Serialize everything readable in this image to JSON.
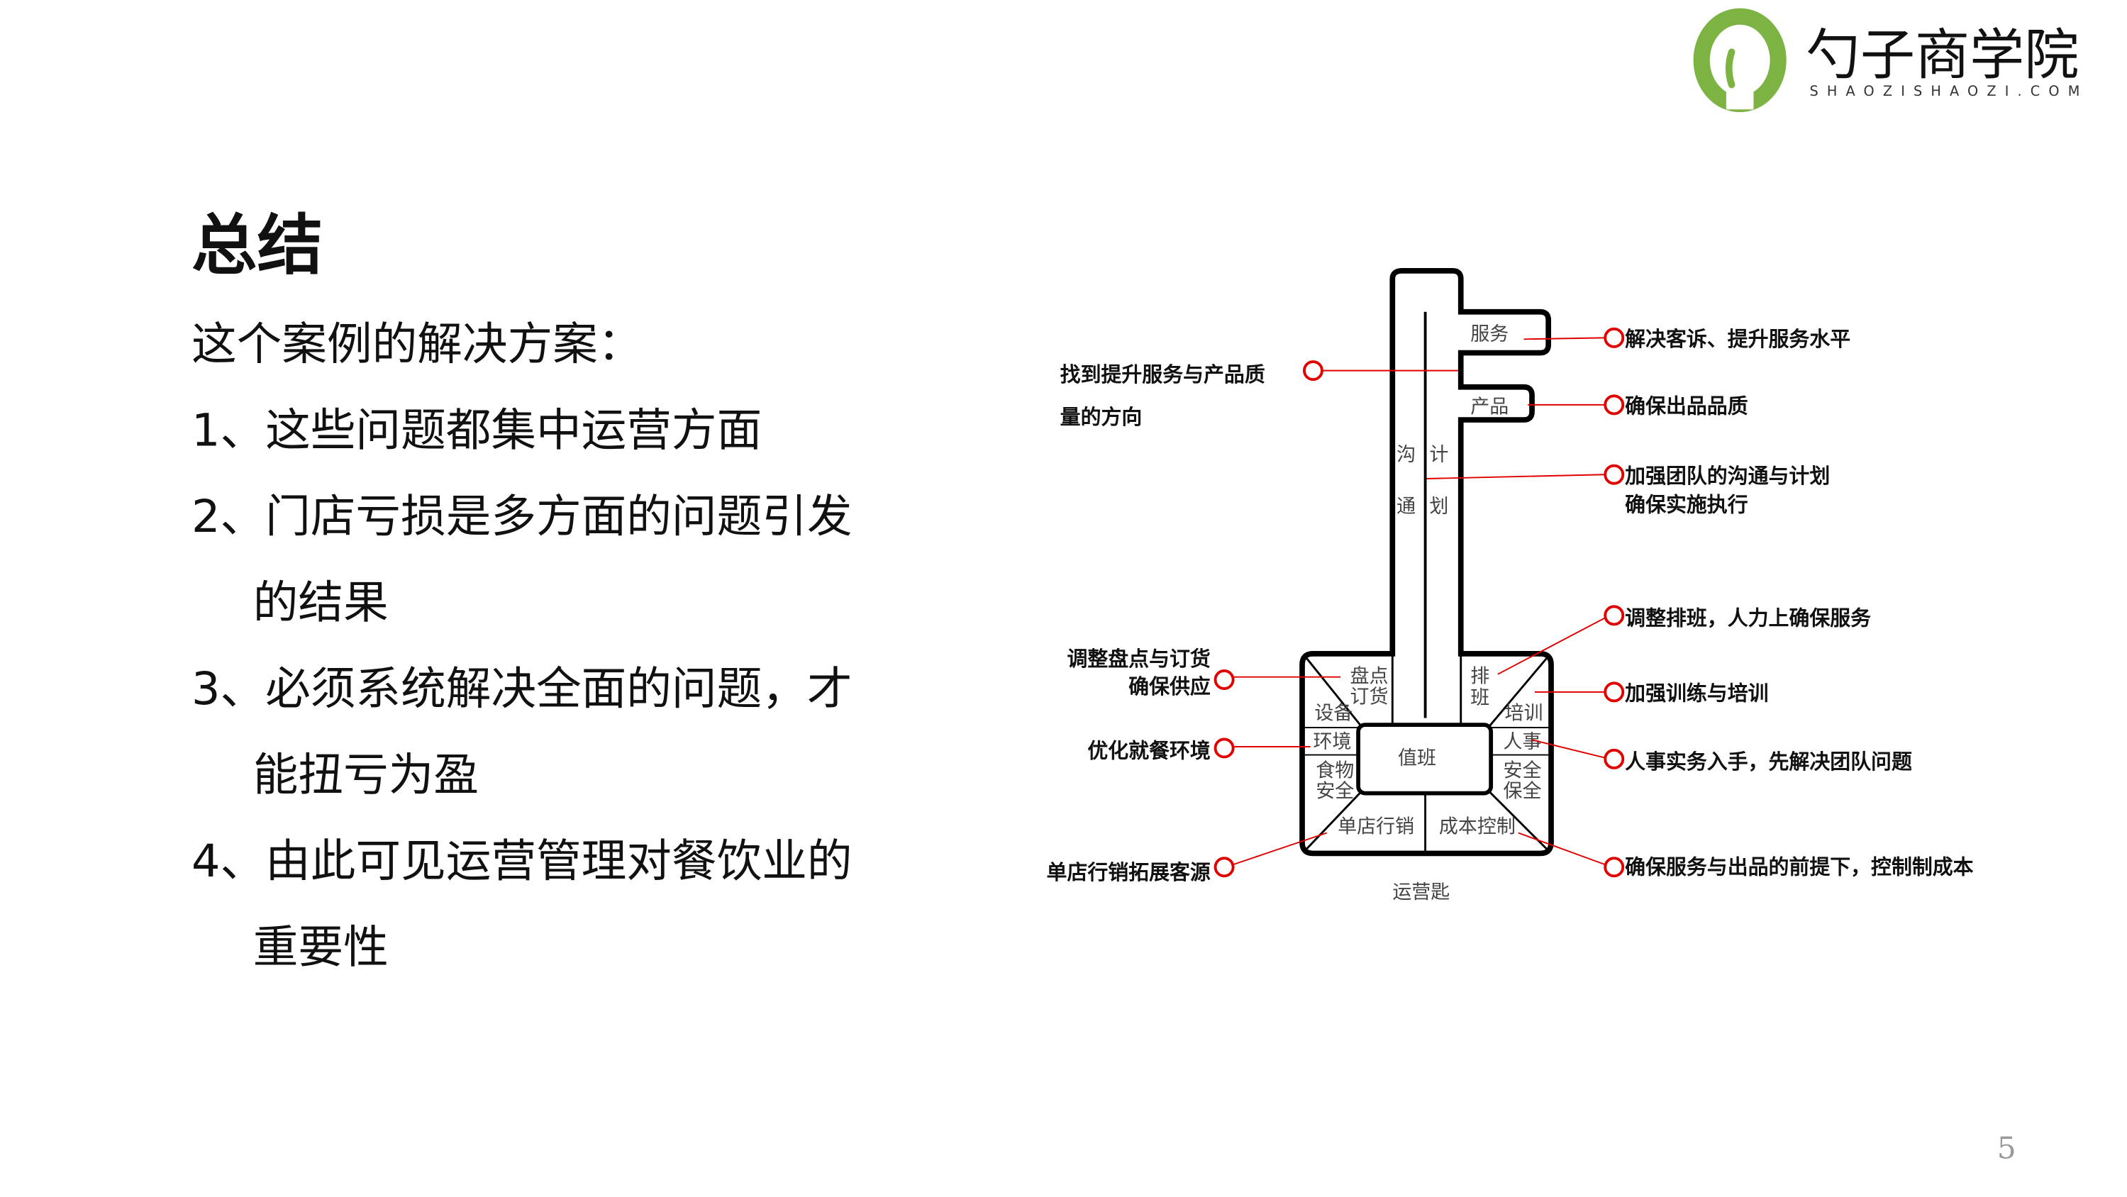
{
  "logo": {
    "name": "勺子商学院",
    "sub": "SHAOZISHAOZI.COM",
    "color": "#7cb342"
  },
  "title": "总结",
  "lines": [
    "这个案例的解决方案：",
    "1、这些问题都集中运营方面",
    "2、门店亏损是多方面的问题引发",
    "的结果",
    "3、必须系统解决全面的问题，才",
    "能扭亏为盈",
    "4、由此可见运营管理对餐饮业的",
    "重要性"
  ],
  "key": {
    "caption": "运营匙",
    "center": "值班",
    "service": "服务",
    "product": "产品",
    "comm": [
      "沟",
      "通"
    ],
    "plan": [
      "计",
      "划"
    ],
    "inventory": [
      "盘点",
      "订货"
    ],
    "equipment": "设备",
    "environment": "环境",
    "food": [
      "食物",
      "安全"
    ],
    "marketing": "单店行销",
    "cost": "成本控制",
    "schedule": [
      "排",
      "班"
    ],
    "training": "培训",
    "hr": "人事",
    "security": [
      "安全",
      "保全"
    ]
  },
  "right_notes": [
    "解决客诉、提升服务水平",
    "确保出品品质",
    "加强团队的沟通与计划",
    "确保实施执行",
    "调整排班，人力上确保服务",
    "加强训练与培训",
    "人事实务入手，先解决团队问题",
    "确保服务与出品的前提下，控制制成本"
  ],
  "left_notes": [
    "找到提升服务与产品质",
    "量的方向",
    "调整盘点与订货",
    "确保供应",
    "优化就餐环境",
    "单店行销拓展客源"
  ],
  "accent": "#e00000",
  "page": "5"
}
